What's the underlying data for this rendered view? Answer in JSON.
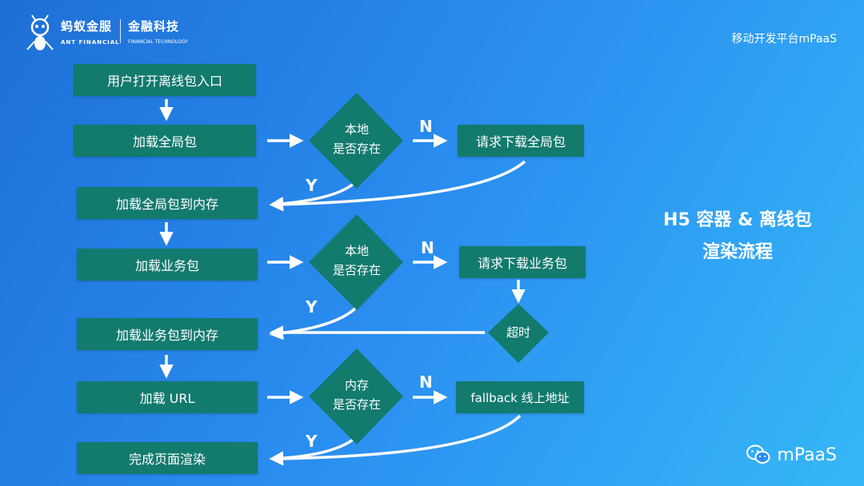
{
  "header": {
    "logo_cn": "蚂蚁金服",
    "logo_en": "ANT FINANCIAL",
    "logo_cn2": "金融科技",
    "logo_en2": "FINANCIAL TECHNOLOGY",
    "platform": "移动开发平台mPaaS"
  },
  "title": {
    "line1": "H5 容器 & 离线包",
    "line2": "渲染流程"
  },
  "left_steps": [
    "用户打开离线包入口",
    "加载全局包",
    "加载全局包到内存",
    "加载业务包",
    "加载业务包到内存",
    "加载 URL",
    "完成页面渲染"
  ],
  "decisions": [
    {
      "line1": "本地",
      "line2": "是否存在"
    },
    {
      "line1": "本地",
      "line2": "是否存在"
    },
    {
      "line1": "内存",
      "line2": "是否存在"
    }
  ],
  "right_steps": [
    "请求下载全局包",
    "请求下载业务包",
    "fallback 线上地址"
  ],
  "timeout": "超时",
  "labels": {
    "no": "N",
    "yes": "Y"
  },
  "footer": {
    "brand": "mPaaS",
    "icon": "wechat-icon"
  },
  "colors": {
    "box": "#137a6e",
    "background_start": "#1e6fd6",
    "background_end": "#36b8f7"
  }
}
